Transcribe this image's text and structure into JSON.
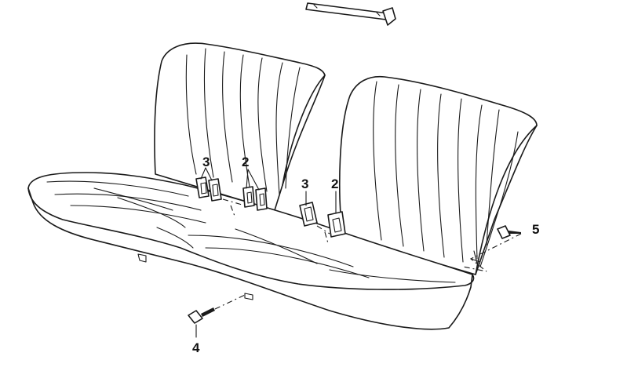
{
  "diagram": {
    "callouts": [
      {
        "id": "c3a",
        "text": "3"
      },
      {
        "id": "c2a",
        "text": "2"
      },
      {
        "id": "c3b",
        "text": "3"
      },
      {
        "id": "c2b",
        "text": "2"
      },
      {
        "id": "c5",
        "text": "5"
      },
      {
        "id": "c4",
        "text": "4"
      }
    ]
  }
}
